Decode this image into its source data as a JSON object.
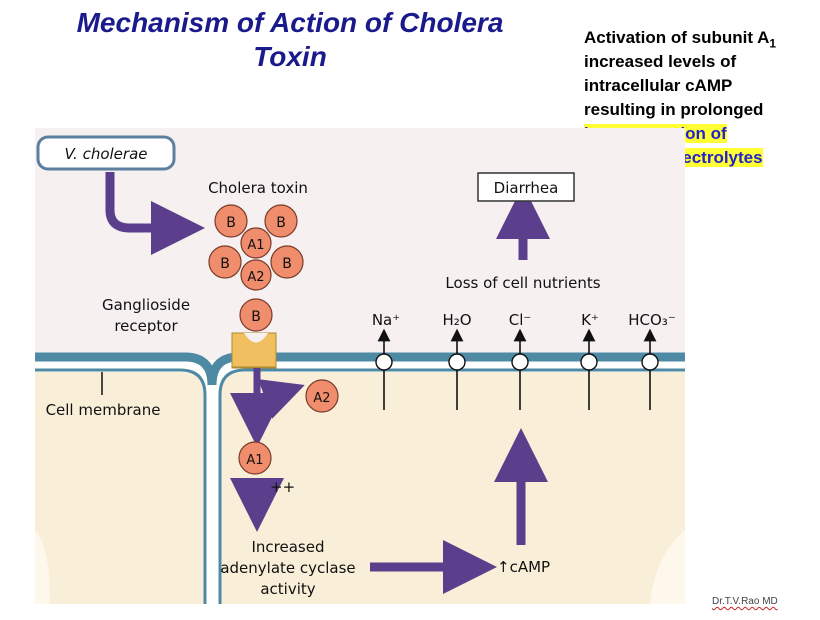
{
  "title_line1": "Mechanism of Action of Cholera",
  "title_line2": "Toxin",
  "side": {
    "line1_pre": "Activation of subunit A",
    "line1_sub": "1",
    "line2": "increased levels of",
    "line3": "intracellular cAMP",
    "line4": "resulting in prolonged",
    "hl1": "hypersecretion  of",
    "hl2": "water and electrolytes"
  },
  "diagram": {
    "v_cholerae": "V. cholerae",
    "cholera_toxin": "Cholera toxin",
    "diarrhea": "Diarrhea",
    "loss_nutrients": "Loss of cell nutrients",
    "ganglioside_1": "Ganglioside",
    "ganglioside_2": "receptor",
    "cell_membrane": "Cell membrane",
    "subunit_b": "B",
    "subunit_a1": "A1",
    "subunit_a2": "A2",
    "plusplus": "++",
    "increased": "Increased",
    "adenylate": "adenylate cyclase",
    "activity": "activity",
    "camp": "↑cAMP",
    "ions": [
      "Na⁺",
      "H₂O",
      "Cl⁻",
      "K⁺",
      "HCO₃⁻"
    ]
  },
  "credit": "Dr.T.V.Rao MD",
  "colors": {
    "title": "#1a1a8c",
    "highlight_bg": "#ffff33",
    "highlight_text": "#2222cc",
    "arrow": "#5b3e8c",
    "cell_bg": "#f9efd8",
    "membrane": "#4f8aa5",
    "subunit": "#f08d6c",
    "receptor": "#f0c060"
  }
}
